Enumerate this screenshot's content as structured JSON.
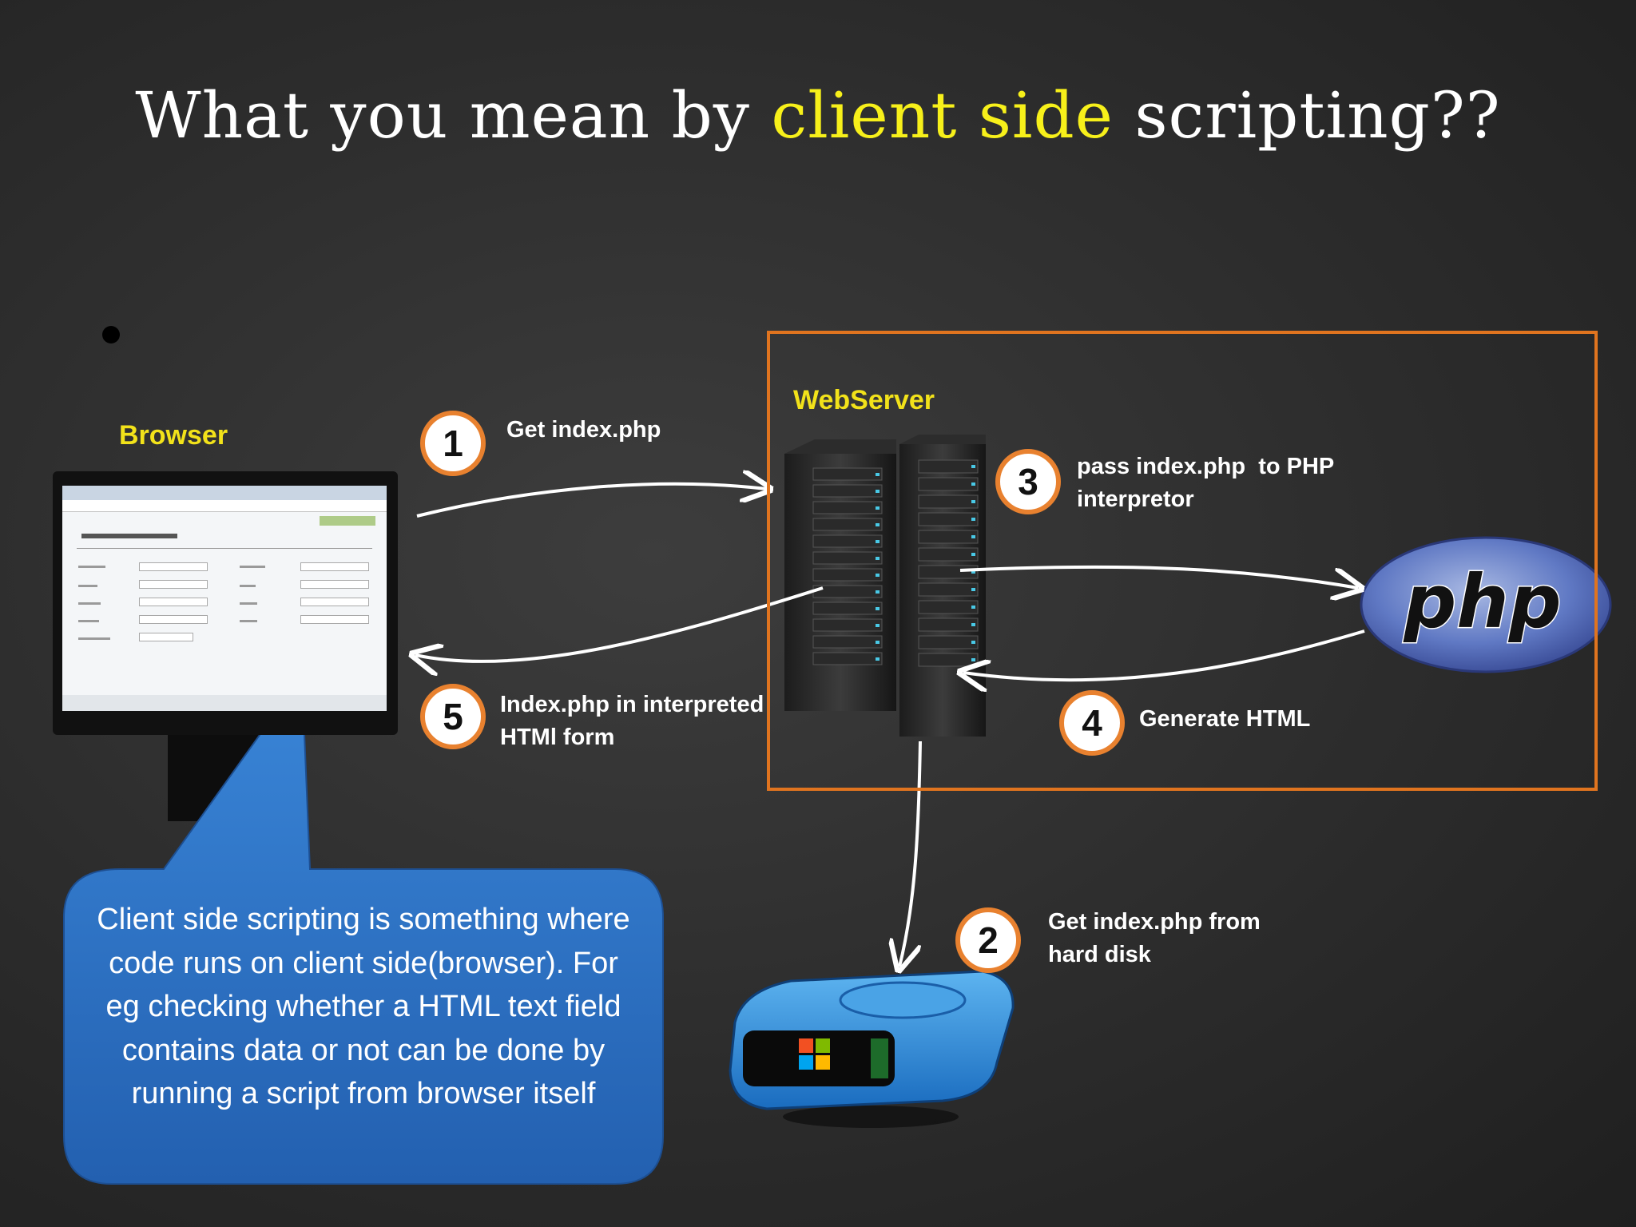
{
  "title": {
    "before": "What you mean by ",
    "highlight": "client side",
    "after": " scripting??"
  },
  "labels": {
    "browser": "Browser",
    "webserver": "WebServer",
    "php_logo": "php"
  },
  "steps": [
    {
      "num": "1",
      "lines": [
        "Get index.php"
      ]
    },
    {
      "num": "2",
      "lines": [
        "Get index.php from",
        "hard disk"
      ]
    },
    {
      "num": "3",
      "lines": [
        "pass index.php  to PHP",
        "interpretor"
      ]
    },
    {
      "num": "4",
      "lines": [
        "Generate HTML"
      ]
    },
    {
      "num": "5",
      "lines": [
        "Index.php in interpreted",
        "HTMl form"
      ]
    }
  ],
  "callout": "Client side scripting is something where code runs on client side(browser). For eg checking whether a HTML text field contains data or not can be done by running a script from browser itself",
  "colors": {
    "highlight": "#f7f01a",
    "label_yellow": "#f2e21a",
    "step_border": "#e8812f",
    "server_box": "#e0741f",
    "callout_fill": "#2e6fc0"
  }
}
